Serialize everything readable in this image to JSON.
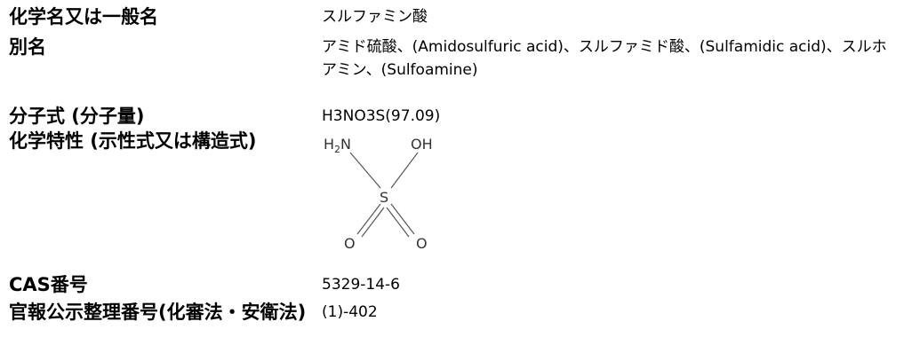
{
  "record": {
    "chemical_name": {
      "label": "化学名又は一般名",
      "value": "スルファミン酸"
    },
    "aliases": {
      "label": "別名",
      "value": "アミド硫酸、(Amidosulfuric acid)、スルファミド酸、(Sulfamidic acid)、スルホアミン、(Sulfoamine)"
    },
    "formula": {
      "label": "分子式 (分子量)",
      "value": "H3NO3S(97.09)"
    },
    "structure": {
      "label": "化学特性 (示性式又は構造式)",
      "atoms": {
        "h": "H",
        "sub2": "2",
        "n": "N",
        "oh": "OH",
        "s": "S",
        "o_left": "O",
        "o_right": "O"
      }
    },
    "cas": {
      "label": "CAS番号",
      "value": "5329-14-6"
    },
    "registry": {
      "label": "官報公示整理番号(化審法・安衛法)",
      "value": "(1)-402"
    }
  }
}
